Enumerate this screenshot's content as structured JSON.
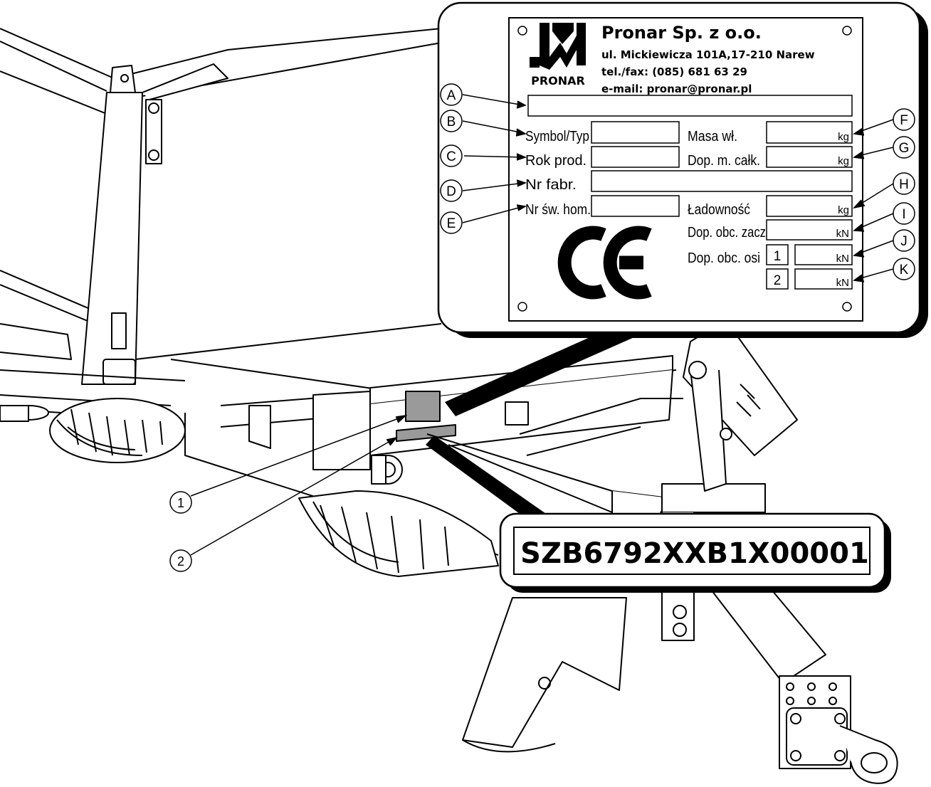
{
  "plate": {
    "company": "Pronar Sp. z o.o.",
    "address": "ul. Mickiewicza 101A,17-210 Narew",
    "phone": "tel./fax: (085) 681 63 29",
    "email": "e-mail: pronar@pronar.pl",
    "logo_text": "PRONAR",
    "ce_mark": "CE",
    "fields": {
      "symbol": "Symbol/Typ",
      "year": "Rok prod.",
      "serial": "Nr fabr.",
      "homologation": "Nr św. hom.",
      "own_mass": "Masa wł.",
      "gross_mass": "Dop. m. całk.",
      "payload": "Ładowność",
      "hitch_load": "Dop. obc. zacz",
      "axle_load": "Dop. obc. osi"
    },
    "units": {
      "kg": "kg",
      "kN": "kN"
    },
    "axles": [
      "1",
      "2"
    ]
  },
  "callout_letters": [
    "A",
    "B",
    "C",
    "D",
    "E",
    "F",
    "G",
    "H",
    "I",
    "J",
    "K"
  ],
  "callout_numbers": [
    "1",
    "2"
  ],
  "vin": "SZB6792XXB1X00001"
}
